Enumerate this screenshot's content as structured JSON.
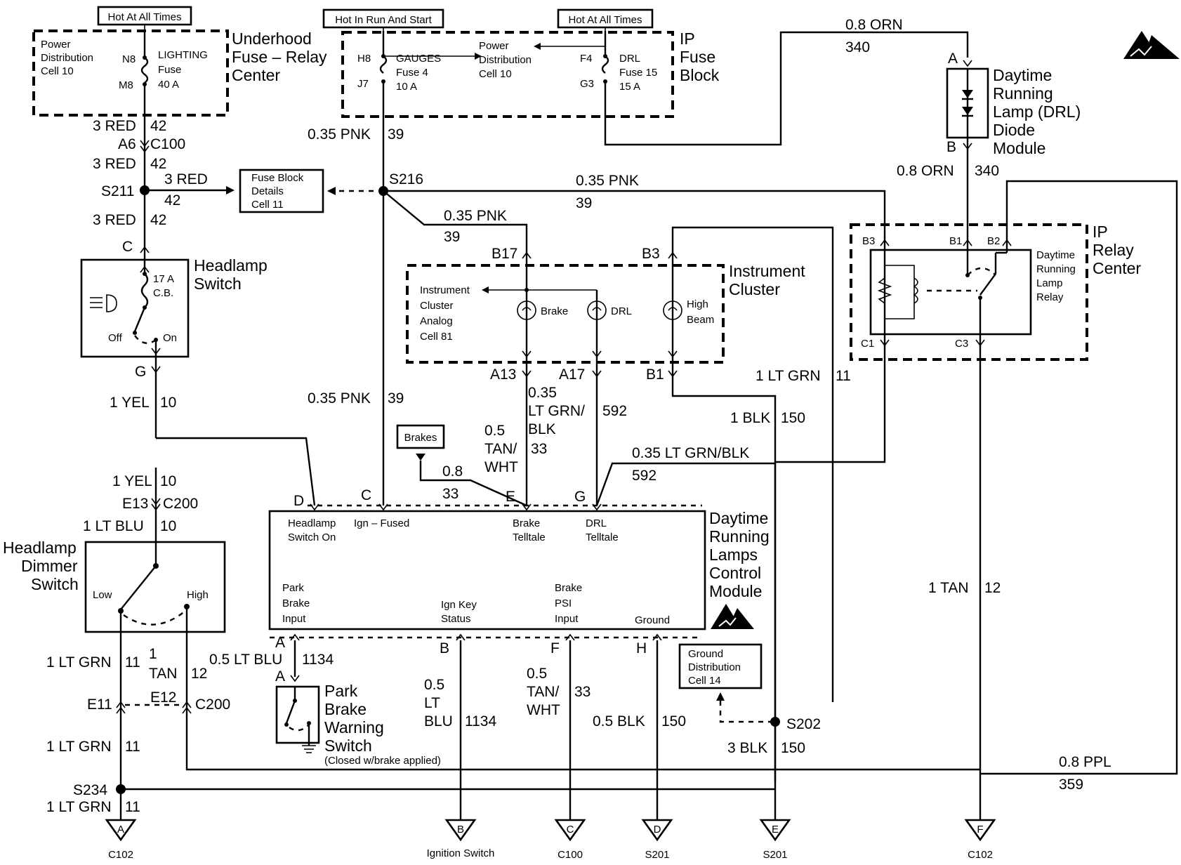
{
  "labels": {
    "hot_at_all_times_1": "Hot At All Times",
    "hot_in_run_start": "Hot In Run And Start",
    "hot_at_all_times_2": "Hot At All Times",
    "power_dist_1": "Power",
    "power_dist_2": "Distribution",
    "power_dist_3": "Cell 10",
    "n8": "N8",
    "m8": "M8",
    "lighting_1": "LIGHTING",
    "lighting_2": "Fuse",
    "lighting_3": "40 A",
    "underhood_1": "Underhood",
    "underhood_2": "Fuse – Relay",
    "underhood_3": "Center",
    "h8": "H8",
    "j7": "J7",
    "gauges_1": "GAUGES",
    "gauges_2": "Fuse 4",
    "gauges_3": "10 A",
    "pd2_1": "Power",
    "pd2_2": "Distribution",
    "pd2_3": "Cell 10",
    "f4": "F4",
    "g3": "G3",
    "drl_fuse_1": "DRL",
    "drl_fuse_2": "Fuse 15",
    "drl_fuse_3": "15 A",
    "ipfuse_1": "IP",
    "ipfuse_2": "Fuse",
    "ipfuse_3": "Block",
    "w_08orn_top": "0.8 ORN",
    "w_340_top": "340",
    "conn_a_drl": "A",
    "conn_b_drl": "B",
    "drl_mod_1": "Daytime",
    "drl_mod_2": "Running",
    "drl_mod_3": "Lamp (DRL)",
    "drl_mod_4": "Diode",
    "drl_mod_5": "Module",
    "w_08orn_2": "0.8 ORN",
    "w_340_2": "340",
    "w_3red_a": "3 RED",
    "w_42_a": "42",
    "a6": "A6",
    "c100": "C100",
    "w_3red_b": "3 RED",
    "w_42_b": "42",
    "s211": "S211",
    "w_3red_c": "3 RED",
    "w_42_c": "42",
    "fbd_1": "Fuse Block",
    "fbd_2": "Details",
    "fbd_3": "Cell 11",
    "w_3red_d": "3 RED",
    "w_42_d": "42",
    "w_035pnk_a": "0.35 PNK",
    "w_39_a": "39",
    "s216": "S216",
    "w_035pnk_b": "0.35 PNK",
    "w_39_b": "39",
    "w_035pnk_c": "0.35 PNK",
    "w_39_c": "39",
    "conn_c_hs": "C",
    "headlamp_sw_1": "Headlamp",
    "headlamp_sw_2": "Switch",
    "cb_1": "17 A",
    "cb_2": "C.B.",
    "off": "Off",
    "on": "On",
    "conn_g_hs": "G",
    "w_1yel_a": "1 YEL",
    "w_10_a": "10",
    "b17": "B17",
    "b3_ic": "B3",
    "ic_an_1": "Instrument",
    "ic_an_2": "Cluster",
    "ic_an_3": "Analog",
    "ic_an_4": "Cell 81",
    "brake_lamp": "Brake",
    "drl_lamp": "DRL",
    "high_1": "High",
    "high_2": "Beam",
    "ic_1": "Instrument",
    "ic_2": "Cluster",
    "a13": "A13",
    "a17": "A17",
    "b1_ic": "B1",
    "b3_relay": "B3",
    "b1_relay": "B1",
    "b2_relay": "B2",
    "relay_1": "Daytime",
    "relay_2": "Running",
    "relay_3": "Lamp",
    "relay_4": "Relay",
    "iprc_1": "IP",
    "iprc_2": "Relay",
    "iprc_3": "Center",
    "c1_relay": "C1",
    "c3_relay": "C3",
    "w_035pnk_d": "0.35 PNK",
    "w_39_d": "39",
    "w_035_e": "0.35",
    "w_ltgrn": "LT GRN/",
    "w_592_a": "592",
    "w_blk": "BLK",
    "w_05_a": "0.5",
    "w_tan": "TAN/",
    "w_33_a": "33",
    "w_wht": "WHT",
    "brakes": "Brakes",
    "w_08_b": "0.8",
    "w_33_b": "33",
    "w_1ltgrn_top": "1 LT GRN",
    "w_11_top": "11",
    "w_1blk": "1 BLK",
    "w_150_a": "150",
    "w_035ltgrnblk": "0.35 LT GRN/BLK",
    "w_592_b": "592",
    "w_1yel_b": "1 YEL",
    "w_10_b": "10",
    "e13": "E13",
    "c200_a": "C200",
    "w_1ltblu": "1 LT BLU",
    "w_10_c": "10",
    "pin_d": "D",
    "pin_c": "C",
    "pin_e": "E",
    "pin_g": "G",
    "m_hs_1": "Headlamp",
    "m_hs_2": "Switch On",
    "m_ign": "Ign – Fused",
    "m_bt_1": "Brake",
    "m_bt_2": "Telltale",
    "m_dt_1": "DRL",
    "m_dt_2": "Telltale",
    "m_pb_1": "Park",
    "m_pb_2": "Brake",
    "m_pb_3": "Input",
    "m_ik_1": "Ign Key",
    "m_ik_2": "Status",
    "m_bp_1": "Brake",
    "m_bp_2": "PSI",
    "m_bp_3": "Input",
    "m_gnd": "Ground",
    "drlcm_1": "Daytime",
    "drlcm_2": "Running",
    "drlcm_3": "Lamps",
    "drlcm_4": "Control",
    "drlcm_5": "Module",
    "hds_1": "Headlamp",
    "hds_2": "Dimmer",
    "hds_3": "Switch",
    "low": "Low",
    "high": "High",
    "w_1tan_top": "1 TAN",
    "w_12_top": "12",
    "pin_a_mod": "A",
    "pin_b_mod": "B",
    "pin_f_mod": "F",
    "pin_h_mod": "H",
    "w_1ltgrn_a": "1 LT GRN",
    "w_11_a": "11",
    "w_1": "1",
    "w_tan12": "TAN",
    "w_12_b": "12",
    "w_05ltblu": "0.5 LT BLU",
    "w_1134_a": "1134",
    "pin_a_pb": "A",
    "pbws_1": "Park",
    "pbws_2": "Brake",
    "pbws_3": "Warning",
    "pbws_4": "Switch",
    "pbws_5": "(Closed w/brake applied)",
    "w_05_b": "0.5",
    "w_lt": "LT",
    "w_blu": "BLU",
    "w_1134_b": "1134",
    "w_05_c": "0.5",
    "w_tan2": "TAN/",
    "w_33_c": "33",
    "w_wht2": "WHT",
    "w_05blk": "0.5 BLK",
    "w_150_b": "150",
    "gd_1": "Ground",
    "gd_2": "Distribution",
    "gd_3": "Cell 14",
    "s202": "S202",
    "w_3blk": "3 BLK",
    "w_150_c": "150",
    "e11": "E11",
    "e12": "E12",
    "c200_b": "C200",
    "w_1ltgrn_b": "1 LT GRN",
    "w_11_b": "11",
    "w_08ppl": "0.8 PPL",
    "w_359": "359",
    "s234": "S234",
    "w_1ltgrn_c": "1 LT GRN",
    "w_11_c": "11",
    "off_a": "A",
    "off_a_sub": "C102",
    "off_b": "B",
    "off_b_sub": "Ignition Switch",
    "off_c": "C",
    "off_c_sub": "C100",
    "off_d": "D",
    "off_d_sub": "S201",
    "off_e": "E",
    "off_e_sub": "S201",
    "off_f": "F",
    "off_f_sub": "C102"
  }
}
